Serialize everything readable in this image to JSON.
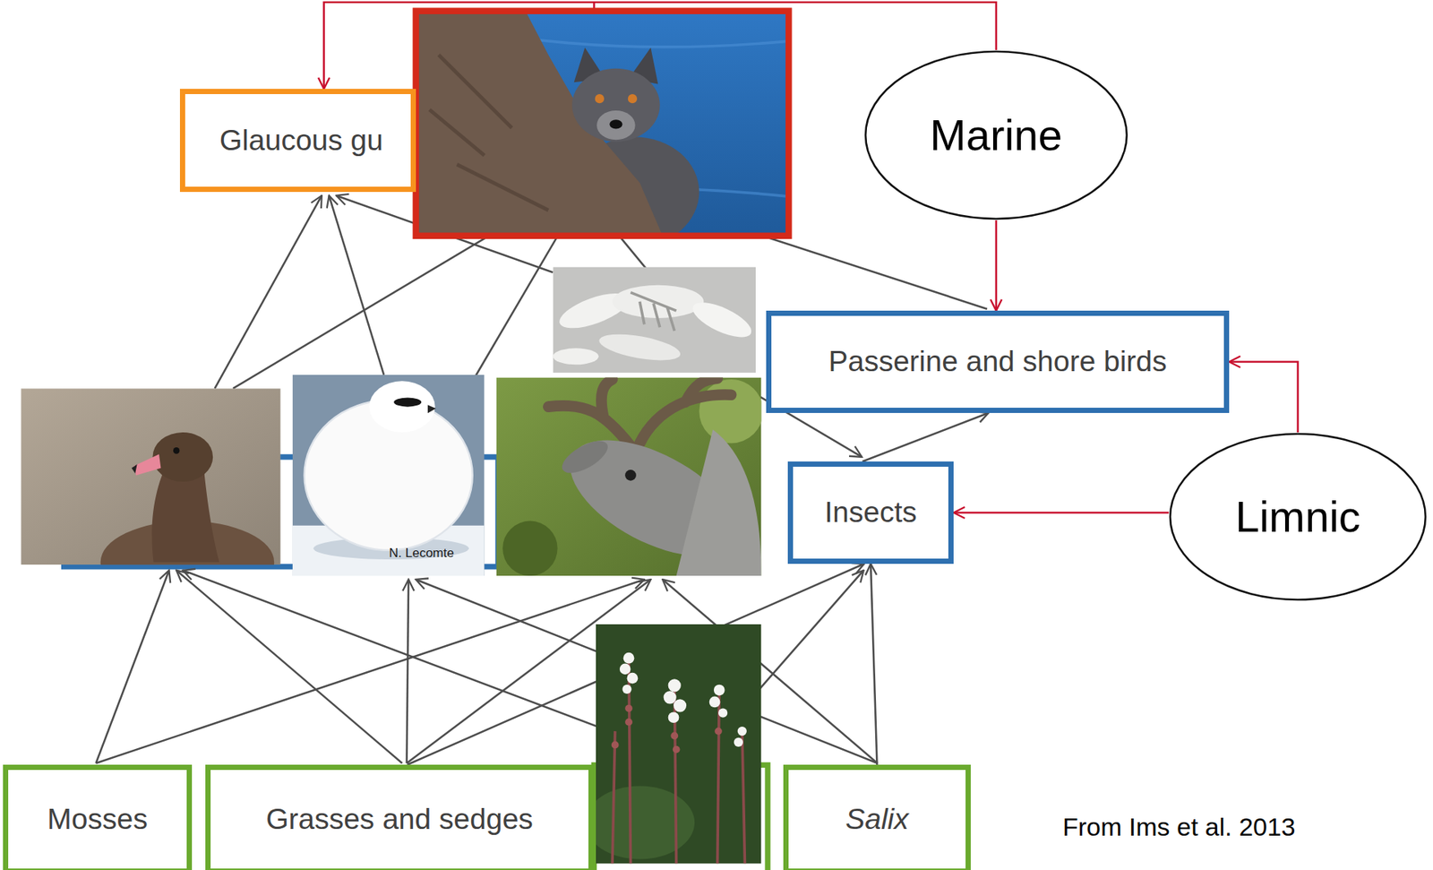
{
  "diagram": {
    "nodes": [
      {
        "text": [
          "Glaucous gu"
        ]
      },
      {
        "text": [
          "Marine"
        ]
      },
      {
        "text": [
          "Passerine and shore birds"
        ]
      },
      {
        "text": [
          "Insects"
        ]
      },
      {
        "text": [
          "Limnic"
        ]
      },
      {
        "text": [
          "Mosses"
        ]
      },
      {
        "text": [
          "Grasses and sedges"
        ]
      },
      {
        "text": [
          "Salix"
        ]
      }
    ],
    "edges": [
      {
        "from": 1,
        "to": 0,
        "arrow": "to"
      },
      {
        "from": 1,
        "to": 2,
        "arrow": "to"
      },
      {
        "from": 3,
        "to": 2,
        "arrow": "to"
      },
      {
        "from": 4,
        "to": 2,
        "arrow": "to"
      },
      {
        "from": 4,
        "to": 3,
        "arrow": "to"
      },
      {
        "from": 6,
        "to": 3,
        "arrow": "to"
      },
      {
        "from": 7,
        "to": 3,
        "arrow": "to"
      }
    ],
    "labels": [
      "N. Lecomte",
      "From Ims et al. 2013"
    ]
  }
}
